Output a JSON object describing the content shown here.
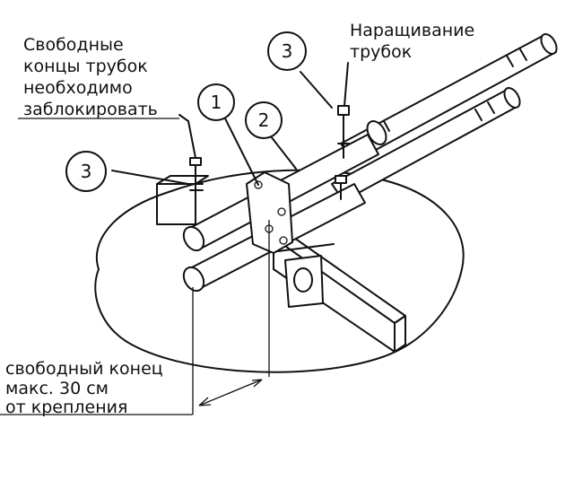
{
  "labels": {
    "free_ends_line1": "Свободные",
    "free_ends_line2": "концы трубок",
    "free_ends_line3": "необходимо",
    "free_ends_line4": "заблокировать",
    "extension_line1": "Наращивание",
    "extension_line2": "трубок",
    "free_end_line1": "свободный конец",
    "free_end_line2": "макс. 30 см",
    "free_end_line3": "от крепления"
  },
  "callouts": [
    {
      "number": "1"
    },
    {
      "number": "2"
    },
    {
      "number": "3"
    },
    {
      "number": "3"
    }
  ],
  "colors": {
    "ink": "#111111",
    "background": "#ffffff"
  }
}
